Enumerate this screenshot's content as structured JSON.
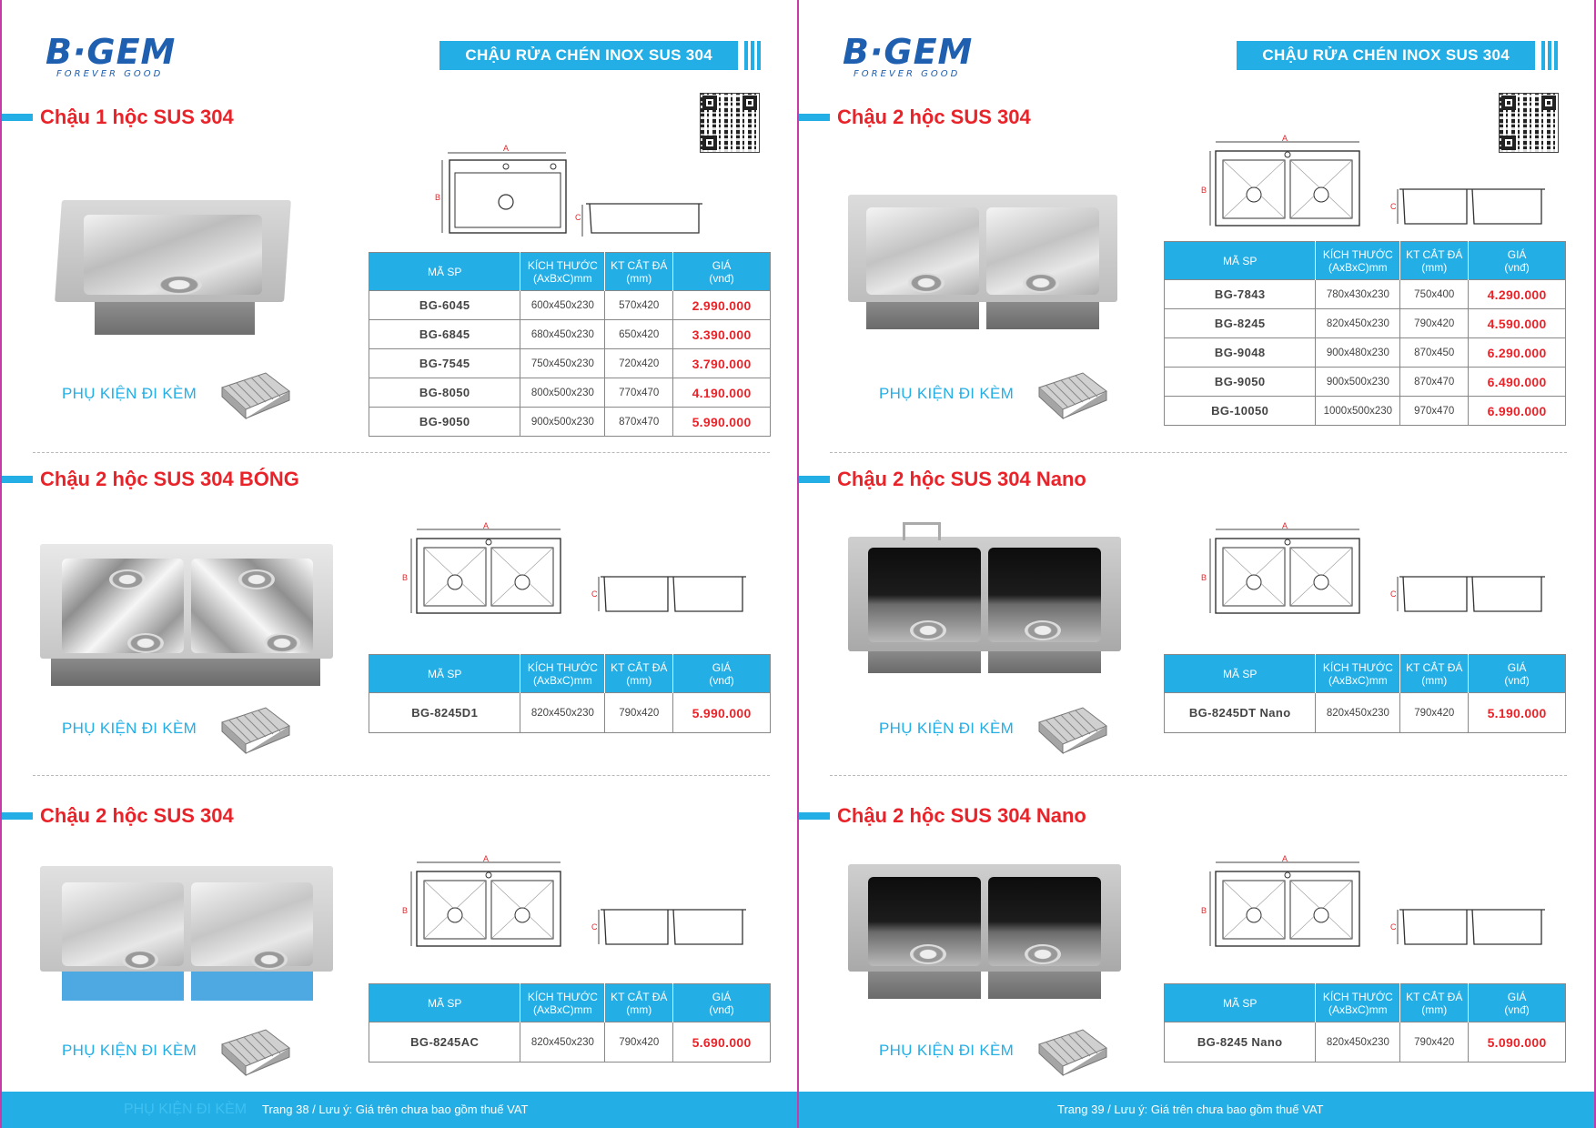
{
  "brand": {
    "logo": "B·GEM",
    "tagline": "FOREVER GOOD"
  },
  "colors": {
    "accent": "#23aee6",
    "title_red": "#e8242a",
    "brand_blue": "#1f5fb0",
    "page_border": "#c83aa5"
  },
  "header_banner": "CHẬU RỬA CHÉN INOX SUS 304",
  "table_headers": {
    "code": "MÃ SP",
    "size": "KÍCH THƯỚC",
    "size_sub": "(AxBxC)mm",
    "cut": "KT CẮT ĐÁ",
    "cut_sub": "(mm)",
    "price": "GIÁ",
    "price_sub": "(vnđ)"
  },
  "accessory_label": "PHỤ KIỆN ĐI KÈM",
  "diagram_labels": {
    "a": "A",
    "b": "B",
    "c": "C"
  },
  "left_page": {
    "footer": "Trang 38 / Lưu ý: Giá trên chưa bao gồm thuế VAT",
    "footer_ghost": "PHỤ KIỆN ĐI KÈM",
    "sections": [
      {
        "title": "Chậu 1 hộc SUS 304",
        "rows": [
          {
            "code": "BG-6045",
            "size": "600x450x230",
            "cut": "570x420",
            "price": "2.990.000"
          },
          {
            "code": "BG-6845",
            "size": "680x450x230",
            "cut": "650x420",
            "price": "3.390.000"
          },
          {
            "code": "BG-7545",
            "size": "750x450x230",
            "cut": "720x420",
            "price": "3.790.000"
          },
          {
            "code": "BG-8050",
            "size": "800x500x230",
            "cut": "770x470",
            "price": "4.190.000"
          },
          {
            "code": "BG-9050",
            "size": "900x500x230",
            "cut": "870x470",
            "price": "5.990.000"
          }
        ]
      },
      {
        "title": "Chậu 2 hộc SUS 304 BÓNG",
        "rows": [
          {
            "code": "BG-8245D1",
            "size": "820x450x230",
            "cut": "790x420",
            "price": "5.990.000"
          }
        ]
      },
      {
        "title": "Chậu 2 hộc SUS 304",
        "rows": [
          {
            "code": "BG-8245AC",
            "size": "820x450x230",
            "cut": "790x420",
            "price": "5.690.000"
          }
        ]
      }
    ]
  },
  "right_page": {
    "footer": "Trang 39 / Lưu ý: Giá trên chưa bao gồm thuế VAT",
    "sections": [
      {
        "title": "Chậu 2 hộc SUS 304",
        "rows": [
          {
            "code": "BG-7843",
            "size": "780x430x230",
            "cut": "750x400",
            "price": "4.290.000"
          },
          {
            "code": "BG-8245",
            "size": "820x450x230",
            "cut": "790x420",
            "price": "4.590.000"
          },
          {
            "code": "BG-9048",
            "size": "900x480x230",
            "cut": "870x450",
            "price": "6.290.000"
          },
          {
            "code": "BG-9050",
            "size": "900x500x230",
            "cut": "870x470",
            "price": "6.490.000"
          },
          {
            "code": "BG-10050",
            "size": "1000x500x230",
            "cut": "970x470",
            "price": "6.990.000"
          }
        ]
      },
      {
        "title": "Chậu 2 hộc SUS 304 Nano",
        "rows": [
          {
            "code": "BG-8245DT Nano",
            "size": "820x450x230",
            "cut": "790x420",
            "price": "5.190.000"
          }
        ]
      },
      {
        "title": "Chậu 2 hộc SUS 304 Nano",
        "rows": [
          {
            "code": "BG-8245 Nano",
            "size": "820x450x230",
            "cut": "790x420",
            "price": "5.090.000"
          }
        ]
      }
    ]
  }
}
